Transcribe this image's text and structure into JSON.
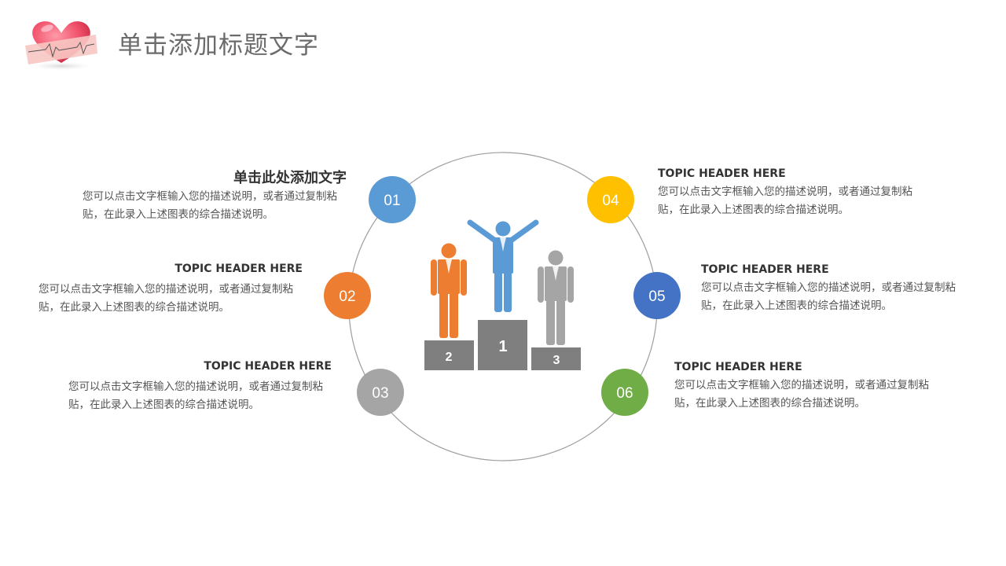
{
  "header": {
    "title": "单击添加标题文字"
  },
  "podium": {
    "first": "1",
    "second": "2",
    "third": "3"
  },
  "items": [
    {
      "number": "01",
      "color": "#5b9bd5",
      "heading": "单击此处添加文字",
      "desc": "您可以点击文字框输入您的描述说明，或者通过复制粘贴，在此录入上述图表的综合描述说明。"
    },
    {
      "number": "02",
      "color": "#ed7d31",
      "heading": "TOPIC HEADER HERE",
      "desc": "您可以点击文字框输入您的描述说明，或者通过复制粘贴，在此录入上述图表的综合描述说明。"
    },
    {
      "number": "03",
      "color": "#a5a5a5",
      "heading": "TOPIC HEADER HERE",
      "desc": "您可以点击文字框输入您的描述说明，或者通过复制粘贴，在此录入上述图表的综合描述说明。"
    },
    {
      "number": "04",
      "color": "#ffc000",
      "heading": "TOPIC HEADER HERE",
      "desc": "您可以点击文字框输入您的描述说明，或者通过复制粘贴，在此录入上述图表的综合描述说明。"
    },
    {
      "number": "05",
      "color": "#4472c4",
      "heading": "TOPIC HEADER HERE",
      "desc": "您可以点击文字框输入您的描述说明，或者通过复制粘贴，在此录入上述图表的综合描述说明。"
    },
    {
      "number": "06",
      "color": "#70ad47",
      "heading": "TOPIC HEADER HERE",
      "desc": "您可以点击文字框输入您的描述说明，或者通过复制粘贴，在此录入上述图表的综合描述说明。"
    }
  ]
}
